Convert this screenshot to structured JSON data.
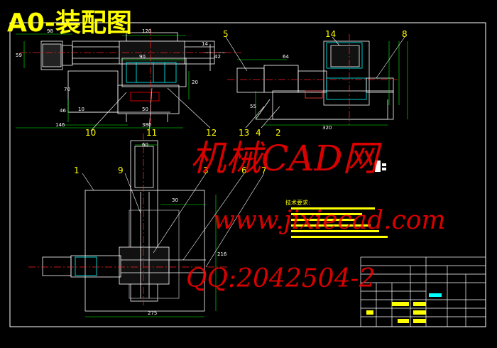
{
  "title": "A0-装配图",
  "watermark": {
    "line1": "机械CAD网",
    "line2": "www.jixiecad.com",
    "line3": "QQ:2042504-2"
  },
  "callouts": {
    "c1": "1",
    "c2": "2",
    "c3": "3",
    "c4": "4",
    "c5": "5",
    "c6": "6",
    "c7": "7",
    "c8": "8",
    "c9": "9",
    "c10": "10",
    "c11": "11",
    "c12": "12",
    "c13": "13",
    "c14": "14"
  },
  "dimensions": {
    "d98": "98",
    "d120": "120",
    "d90": "90",
    "d59": "59",
    "d14": "14",
    "d42": "42",
    "d70": "70",
    "d20": "20",
    "d46": "46",
    "d10": "10",
    "d50": "50",
    "d146": "146",
    "d380": "380",
    "d64": "64",
    "d55": "55",
    "d320": "320",
    "d60": "60",
    "d30": "30",
    "d216": "216",
    "d275": "275"
  },
  "notes_heading": "技术要求:",
  "colors": {
    "background": "#000000",
    "drawing": "#ffffff",
    "accent_yellow": "#ffff00",
    "center_red": "#ff2020",
    "watermark_red": "#ff0000",
    "dim_green": "#00ff00",
    "dim_cyan": "#00ffff"
  }
}
